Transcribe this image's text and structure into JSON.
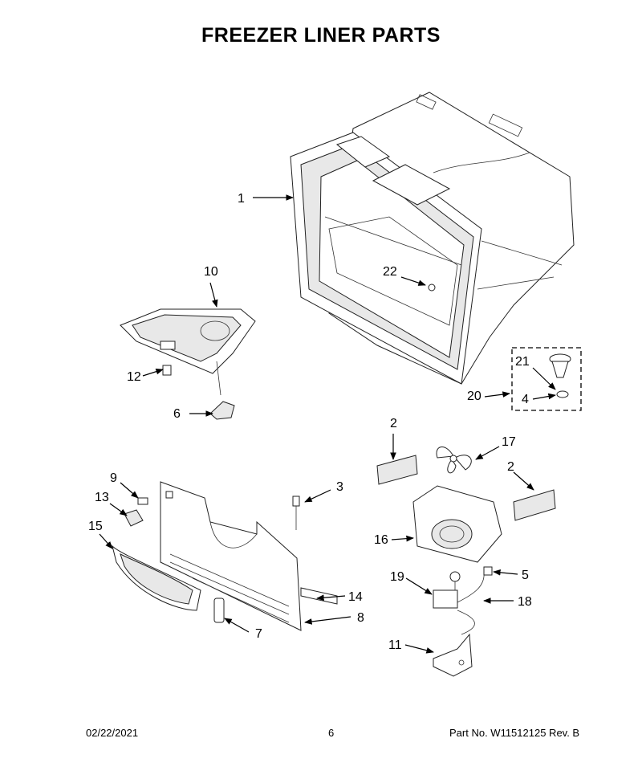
{
  "title": "FREEZER LINER PARTS",
  "callouts": {
    "c1": "1",
    "c2a": "2",
    "c2b": "2",
    "c3": "3",
    "c4": "4",
    "c5": "5",
    "c6": "6",
    "c7": "7",
    "c8": "8",
    "c9": "9",
    "c10": "10",
    "c11": "11",
    "c12": "12",
    "c13": "13",
    "c14": "14",
    "c15": "15",
    "c16": "16",
    "c17": "17",
    "c18": "18",
    "c19": "19",
    "c20": "20",
    "c21": "21",
    "c22": "22"
  },
  "footer": {
    "date": "02/22/2021",
    "page": "6",
    "part_no": "Part No.  W11512125  Rev.  B"
  }
}
